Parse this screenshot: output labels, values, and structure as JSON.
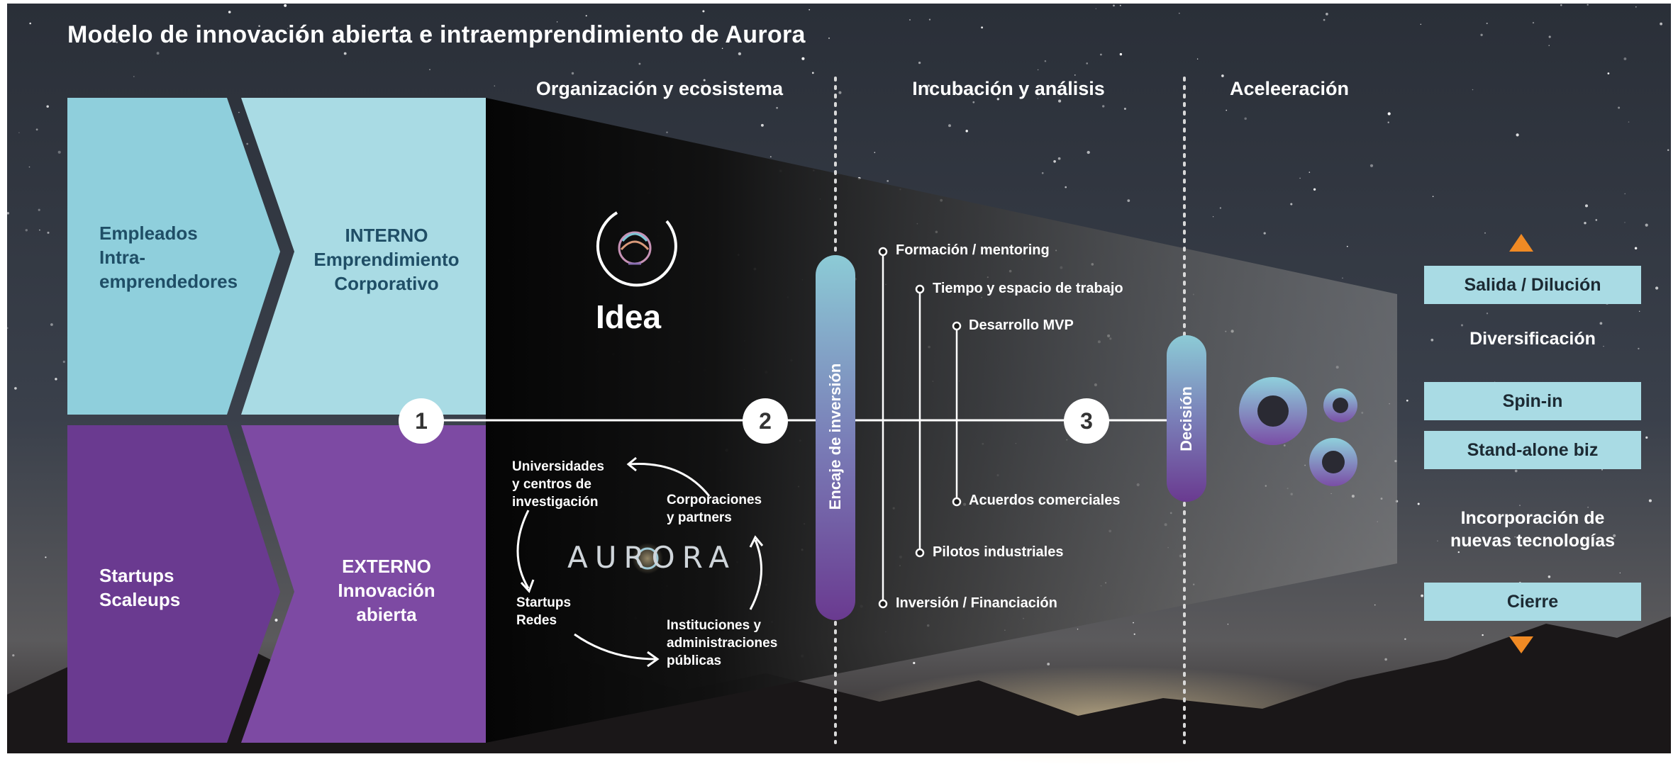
{
  "title": "Modelo de innovación abierta e intraemprendimiento de Aurora",
  "stages": [
    "Organización y ecosistema",
    "Incubación y análisis",
    "Aceleeración"
  ],
  "internal": {
    "source_lines": [
      "Empleados",
      "Intra-",
      "emprendedores"
    ],
    "type_lines": [
      "INTERNO",
      "Emprendimiento",
      "Corporativo"
    ]
  },
  "external": {
    "source_lines": [
      "Startups",
      "Scaleups"
    ],
    "type_lines": [
      "EXTERNO",
      "Innovación",
      "abierta"
    ]
  },
  "idea_label": "Idea",
  "steps": [
    "1",
    "2",
    "3"
  ],
  "fit_label": "Encaje de inversión",
  "decision_label": "Decisión",
  "incubation_items": [
    "Formación / mentoring",
    "Tiempo y espacio de trabajo",
    "Desarrollo MVP",
    "Acuerdos comerciales",
    "Pilotos industriales",
    "Inversión / Financiación"
  ],
  "ecosystem": {
    "brand": "AURORA",
    "universities": [
      "Universidades",
      "y centros de",
      "investigación"
    ],
    "corporations": [
      "Corporaciones",
      "y partners"
    ],
    "startups": [
      "Startups",
      "Redes"
    ],
    "institutions": [
      "Instituciones y",
      "administraciones",
      "públicas"
    ]
  },
  "outcomes": {
    "exit": "Salida / Dilución",
    "diversification": "Diversificación",
    "spin_in": "Spin-in",
    "standalone": "Stand-alone biz",
    "incorporation_lines": [
      "Incorporación de",
      "nuevas tecnologías"
    ],
    "close": "Cierre"
  },
  "colors": {
    "light_blue": "#a9dbe4",
    "mid_blue": "#8fcfdc",
    "purple": "#6a3a90",
    "purple_light": "#7d4aa3",
    "orange": "#f08a24",
    "pill_top": "#8ccbd6",
    "pill_bottom": "#6a3a90"
  }
}
